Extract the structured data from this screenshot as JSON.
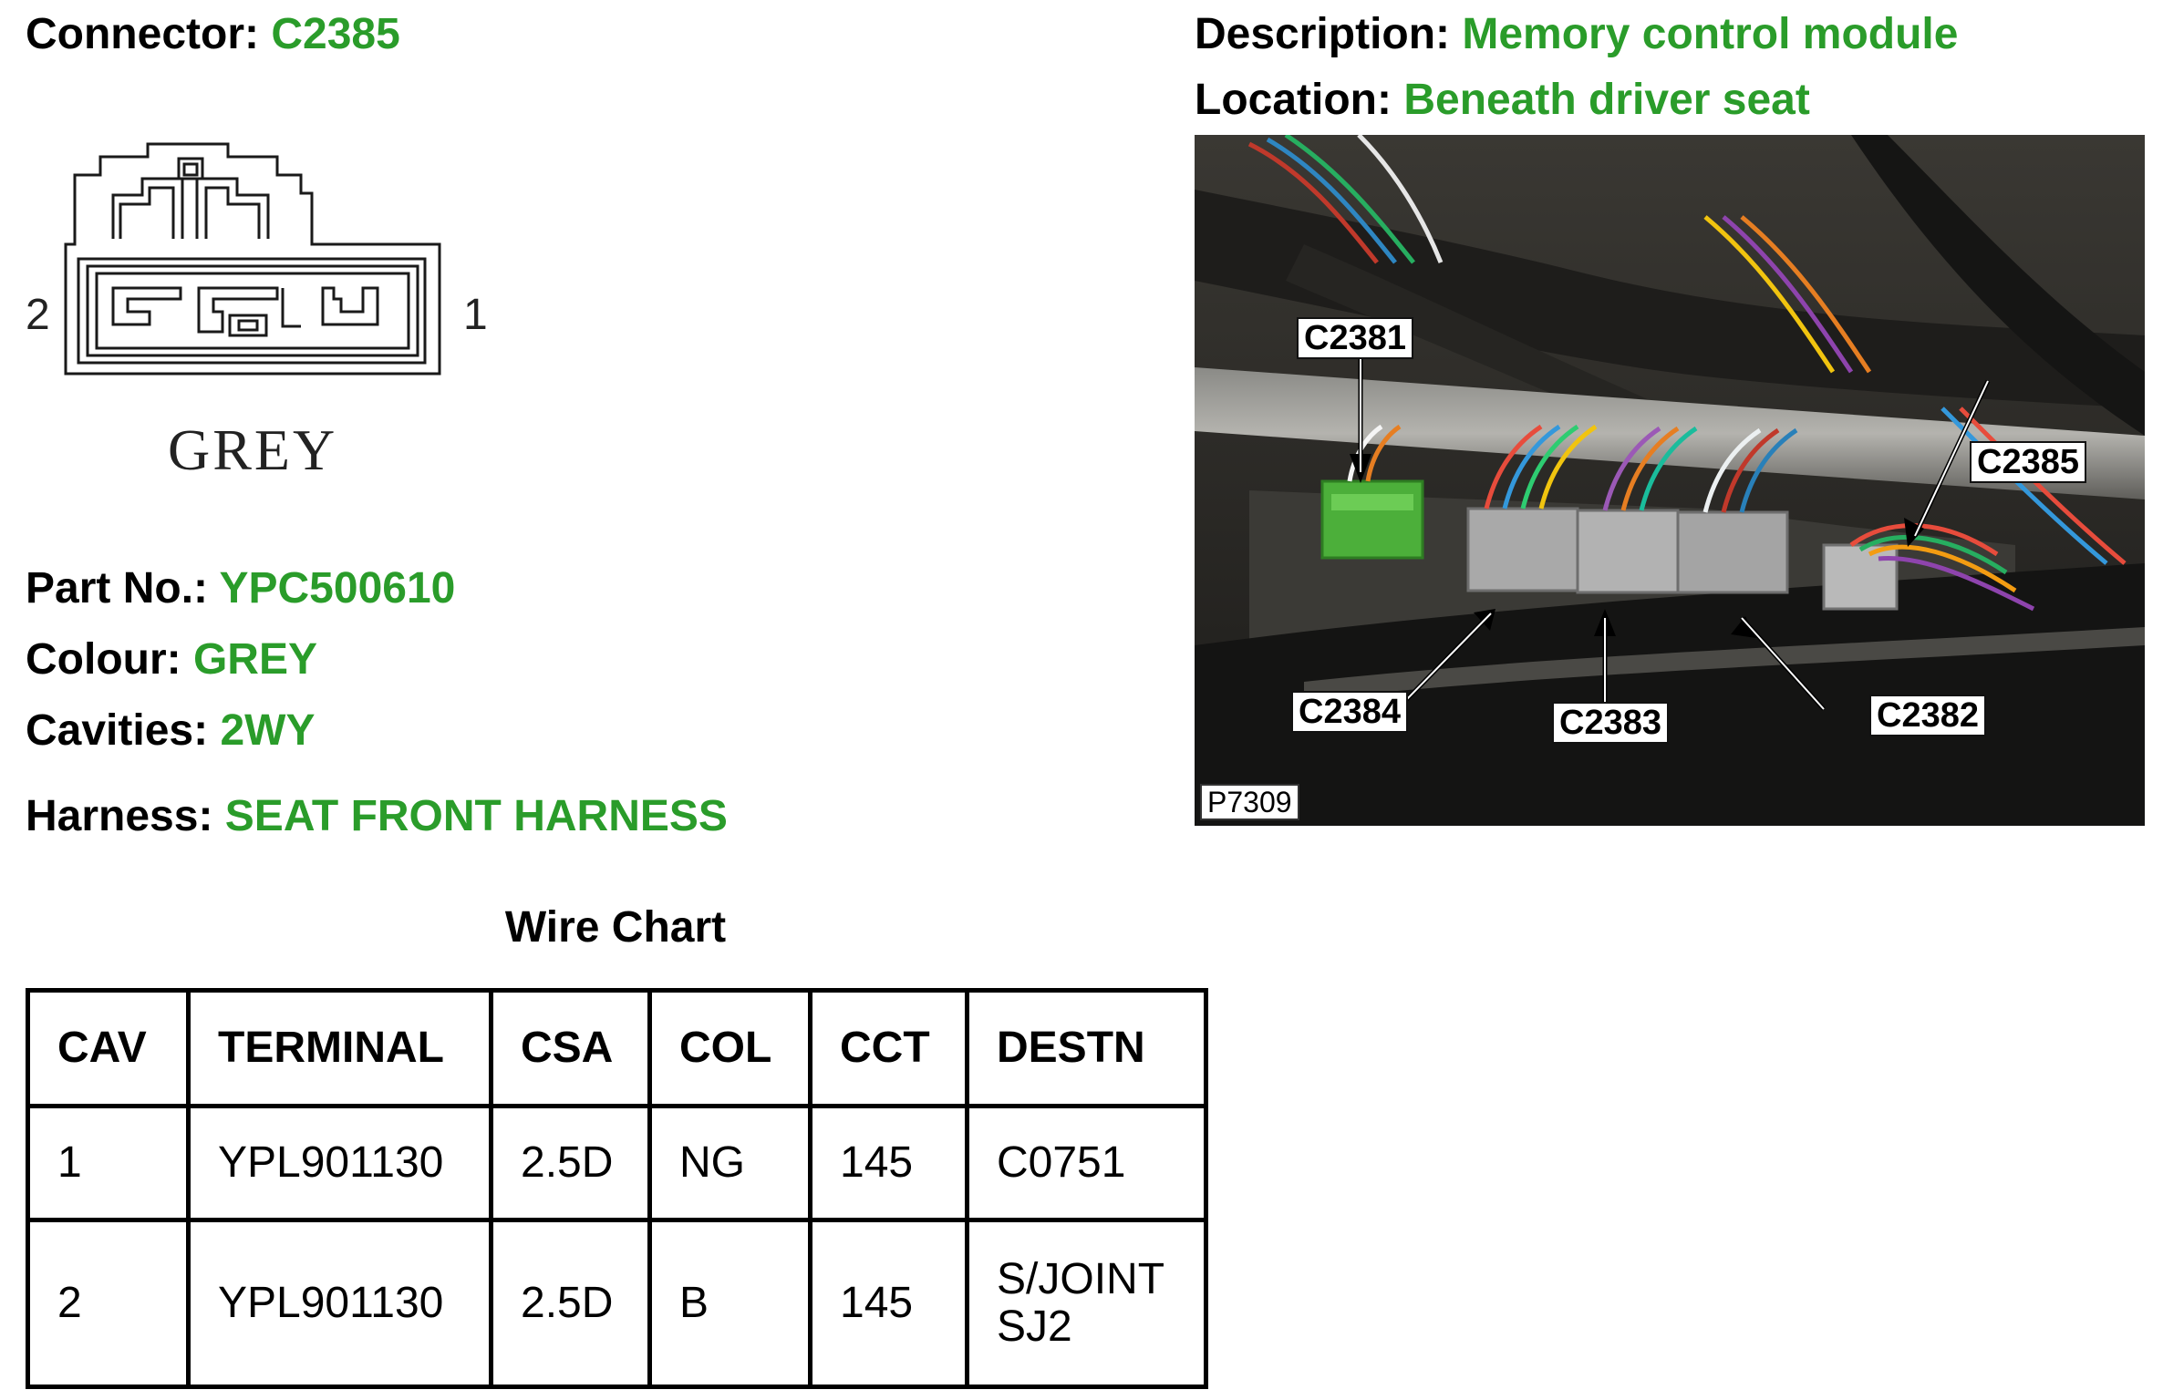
{
  "connector": {
    "label": "Connector:",
    "value": "C2385"
  },
  "description": {
    "label": "Description:",
    "value": "Memory control module"
  },
  "location": {
    "label": "Location:",
    "value": "Beneath driver seat"
  },
  "drawing": {
    "pin_left": "2",
    "pin_right": "1",
    "colour_text": "GREY"
  },
  "part_no": {
    "label": "Part No.:",
    "value": "YPC500610"
  },
  "colour": {
    "label": "Colour:",
    "value": "GREY"
  },
  "cavities": {
    "label": "Cavities:",
    "value": "2WY"
  },
  "harness": {
    "label": "Harness:",
    "value": "SEAT FRONT HARNESS"
  },
  "wire_chart": {
    "title": "Wire Chart",
    "headers": [
      "CAV",
      "TERMINAL",
      "CSA",
      "COL",
      "CCT",
      "DESTN"
    ],
    "rows": [
      {
        "cav": "1",
        "terminal": "YPL901130",
        "csa": "2.5D",
        "col": "NG",
        "cct": "145",
        "destn": [
          "C0751"
        ]
      },
      {
        "cav": "2",
        "terminal": "YPL901130",
        "csa": "2.5D",
        "col": "B",
        "cct": "145",
        "destn": [
          "S/JOINT",
          "SJ2"
        ]
      }
    ]
  },
  "photo": {
    "callouts": {
      "c2381": "C2381",
      "c2385": "C2385",
      "c2384": "C2384",
      "c2383": "C2383",
      "c2382": "C2382"
    },
    "code": "P7309"
  },
  "colors": {
    "value_green": "#2a9c2a",
    "connector_green": "#4caf3a",
    "module_grey": "#a9a9a9"
  }
}
